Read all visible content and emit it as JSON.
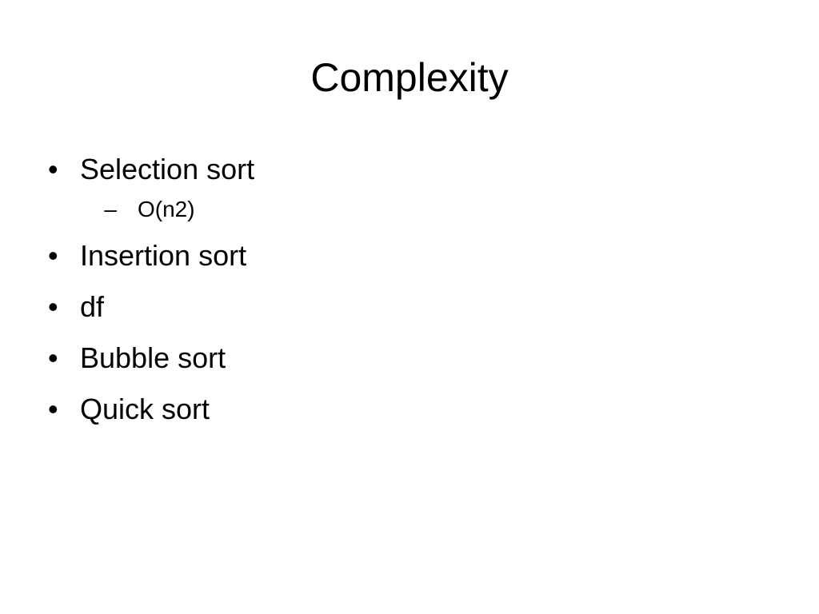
{
  "slide": {
    "title": "Complexity",
    "bullet_glyph": "•",
    "sub_bullet_glyph": "–",
    "items": [
      {
        "label": "Selection sort",
        "sub_items": [
          {
            "label": "O(n2)"
          }
        ]
      },
      {
        "label": "Insertion sort",
        "sub_items": []
      },
      {
        "label": "df",
        "sub_items": []
      },
      {
        "label": "Bubble sort",
        "sub_items": []
      },
      {
        "label": "Quick sort",
        "sub_items": []
      }
    ]
  }
}
